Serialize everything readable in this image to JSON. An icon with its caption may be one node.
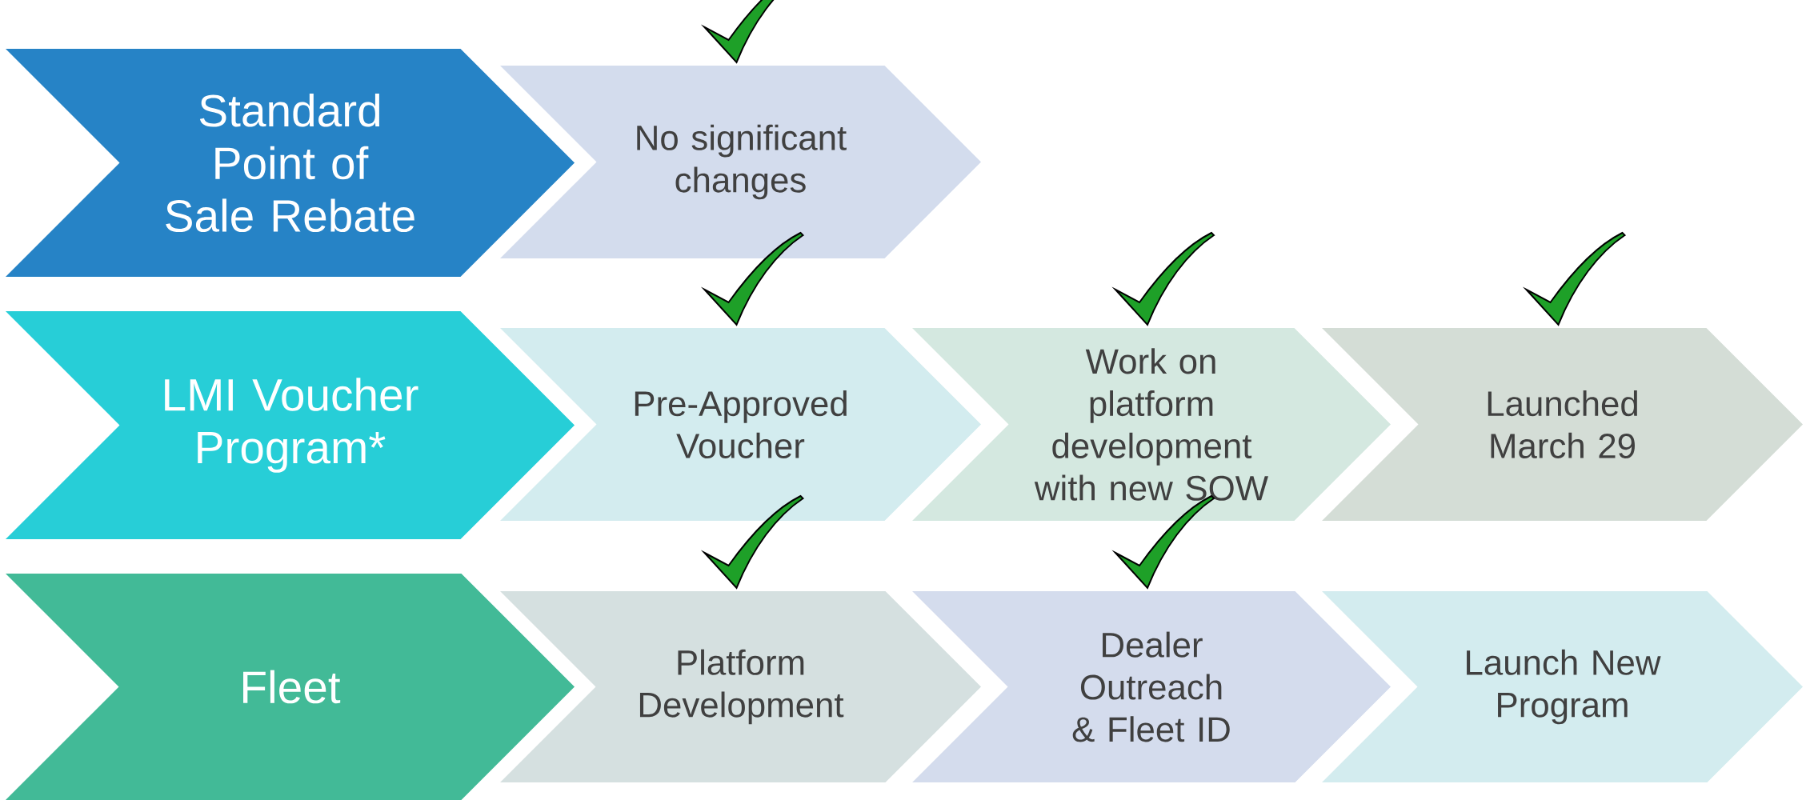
{
  "diagram": {
    "nodes": [
      {
        "text": [
          "Standard Point of Sale Rebate"
        ]
      },
      {
        "text": [
          "No significant changes"
        ]
      },
      {
        "text": [
          "LMI Voucher Program*"
        ]
      },
      {
        "text": [
          "Pre-Approved Voucher"
        ]
      },
      {
        "text": [
          "Work on platform development with new SOW"
        ]
      },
      {
        "text": [
          "Launched March 29"
        ]
      },
      {
        "text": [
          "Fleet"
        ]
      },
      {
        "text": [
          "Platform Development"
        ]
      },
      {
        "text": [
          "Dealer Outreach & Fleet ID"
        ]
      },
      {
        "text": [
          "Launch New Program"
        ]
      }
    ]
  }
}
